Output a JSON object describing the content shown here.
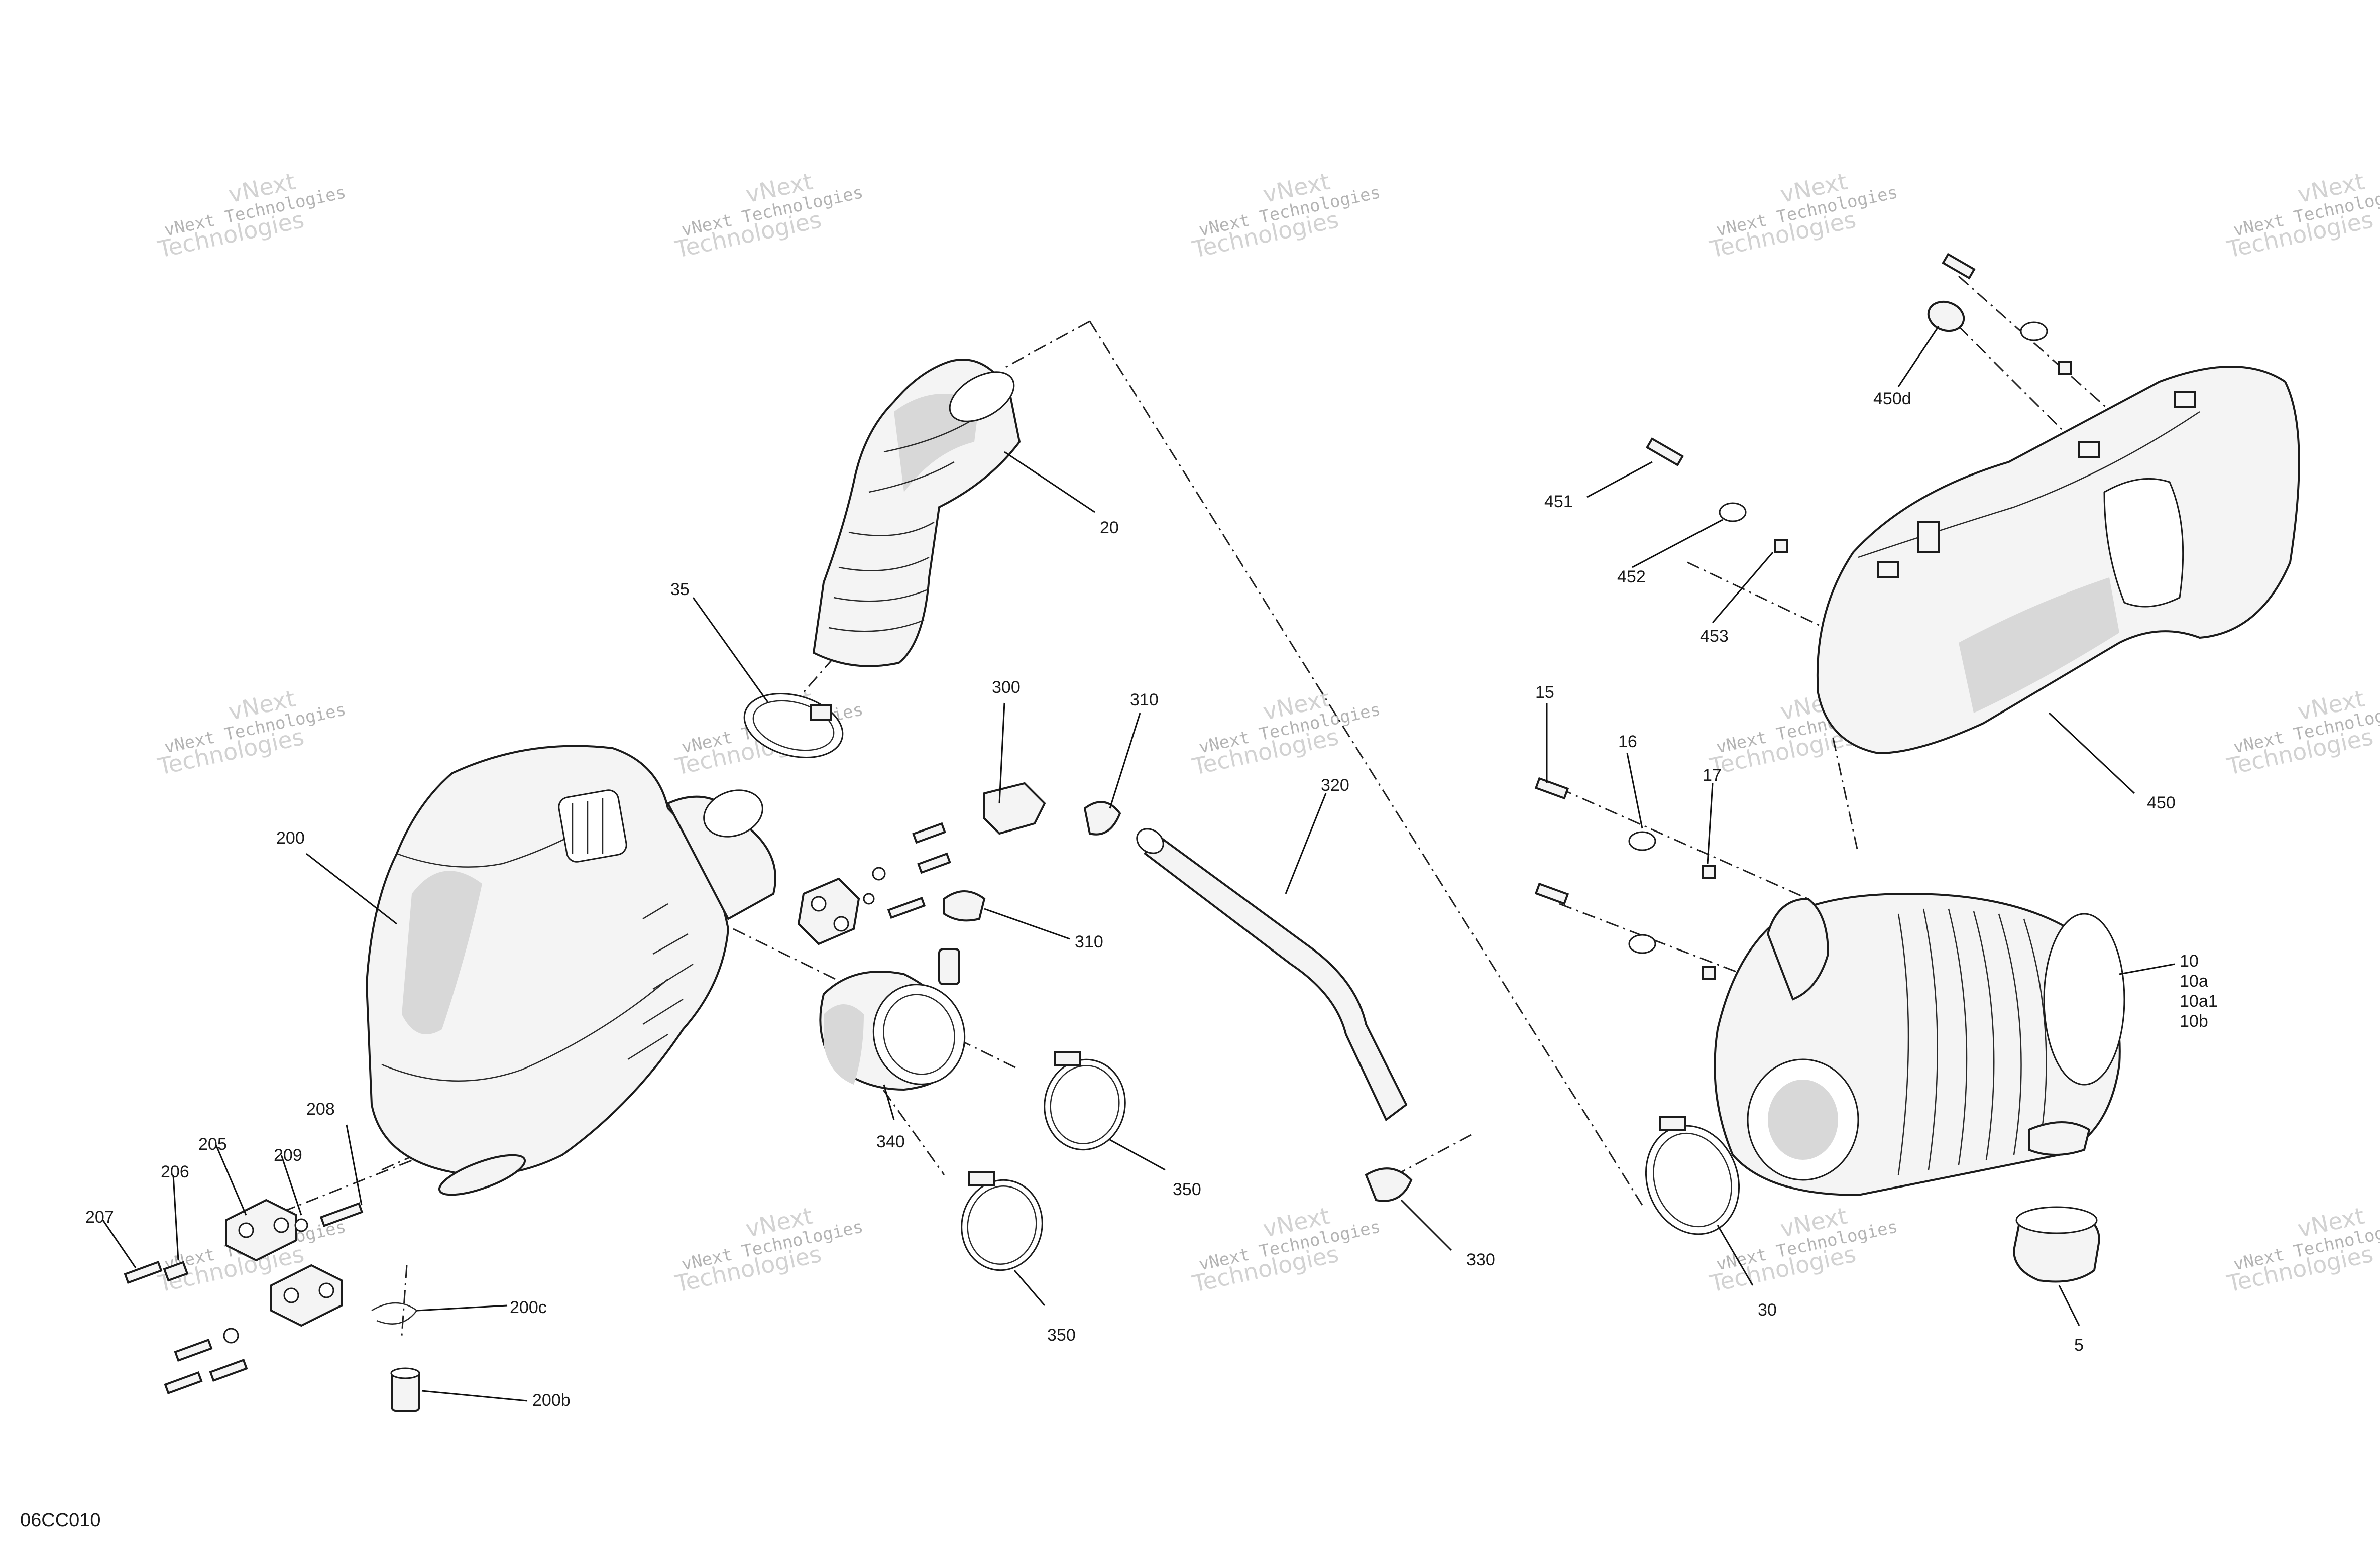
{
  "figure_id": "06CC010",
  "watermark": {
    "line1": "vNext Technologies",
    "line2a": "vNext",
    "line2b": "Technologies"
  },
  "callouts": [
    {
      "id": "c-5",
      "label": "5"
    },
    {
      "id": "c-10",
      "label": "10"
    },
    {
      "id": "c-10a",
      "label": "10a"
    },
    {
      "id": "c-10a1",
      "label": "10a1"
    },
    {
      "id": "c-10b",
      "label": "10b"
    },
    {
      "id": "c-15",
      "label": "15"
    },
    {
      "id": "c-16",
      "label": "16"
    },
    {
      "id": "c-17",
      "label": "17"
    },
    {
      "id": "c-20",
      "label": "20"
    },
    {
      "id": "c-30",
      "label": "30"
    },
    {
      "id": "c-35",
      "label": "35"
    },
    {
      "id": "c-200",
      "label": "200"
    },
    {
      "id": "c-200b",
      "label": "200b"
    },
    {
      "id": "c-200c",
      "label": "200c"
    },
    {
      "id": "c-205",
      "label": "205"
    },
    {
      "id": "c-206",
      "label": "206"
    },
    {
      "id": "c-207",
      "label": "207"
    },
    {
      "id": "c-208",
      "label": "208"
    },
    {
      "id": "c-209",
      "label": "209"
    },
    {
      "id": "c-300",
      "label": "300"
    },
    {
      "id": "c-310a",
      "label": "310"
    },
    {
      "id": "c-310b",
      "label": "310"
    },
    {
      "id": "c-320",
      "label": "320"
    },
    {
      "id": "c-330",
      "label": "330"
    },
    {
      "id": "c-340",
      "label": "340"
    },
    {
      "id": "c-350a",
      "label": "350"
    },
    {
      "id": "c-350b",
      "label": "350"
    },
    {
      "id": "c-450",
      "label": "450"
    },
    {
      "id": "c-450d",
      "label": "450d"
    },
    {
      "id": "c-451",
      "label": "451"
    },
    {
      "id": "c-452",
      "label": "452"
    },
    {
      "id": "c-453",
      "label": "453"
    }
  ]
}
